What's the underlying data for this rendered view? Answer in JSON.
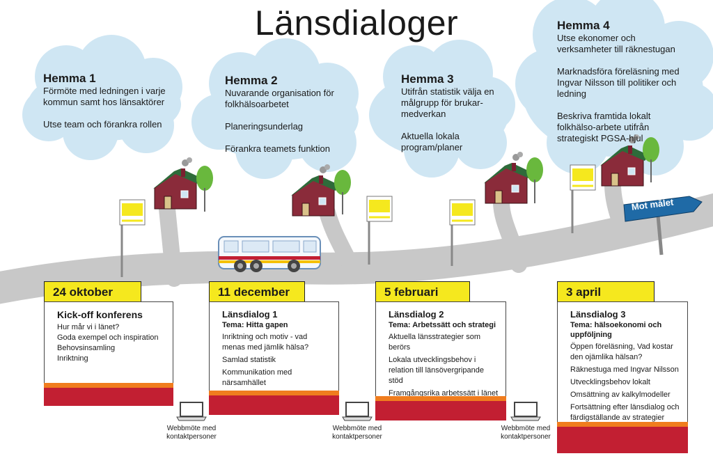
{
  "title": "Länsdialoger",
  "colors": {
    "cloud": "#cfe6f3",
    "road": "#c8c8c8",
    "tab": "#f5e81e",
    "orange": "#f07d1e",
    "red": "#c21f32",
    "sign": "#1f6aa6",
    "house": "#8a2b3a",
    "roof": "#2e6b3a",
    "tree": "#69b83d"
  },
  "clouds": [
    {
      "heading": "Hemma 1",
      "paragraphs": [
        "Förmöte med ledningen i varje kommun samt hos länsaktörer",
        "Utse team och förankra rollen"
      ]
    },
    {
      "heading": "Hemma 2",
      "paragraphs": [
        "Nuvarande organisation för folkhälsoarbetet",
        "Planeringsunderlag",
        "Förankra teamets funktion"
      ]
    },
    {
      "heading": "Hemma 3",
      "paragraphs": [
        "Utifrån statistik välja en målgrupp för brukar-medverkan",
        "Aktuella lokala program/planer"
      ]
    },
    {
      "heading": "Hemma 4",
      "paragraphs": [
        "Utse ekonomer och verksamheter till räknestugan",
        "Marknadsföra föreläsning med Ingvar Nilsson till politiker och ledning",
        "Beskriva framtida lokalt folkhälso-arbete utifrån strategiskt PGSA-hjul"
      ]
    }
  ],
  "sign": {
    "label": "Mot målet"
  },
  "events": [
    {
      "date": "24 oktober",
      "title": "Kick-off konferens",
      "subtitle": "",
      "items": [
        "Hur mår vi i länet?",
        "Goda exempel och inspiration",
        "Behovsinsamling",
        "Inriktning"
      ]
    },
    {
      "date": "11 december",
      "title": "Länsdialog 1",
      "subtitle": "Tema: Hitta gapen",
      "items": [
        "Inriktning och motiv - vad menas med jämlik hälsa?",
        "Samlad statistik",
        "Kommunikation med närsamhället"
      ]
    },
    {
      "date": "5 februari",
      "title": "Länsdialog 2",
      "subtitle": "Tema: Arbetssätt och strategi",
      "items": [
        "Aktuella länsstrategier som berörs",
        "Lokala utvecklingsbehov i relation till länsövergripande stöd",
        "Framgångsrika arbetssätt i länet"
      ]
    },
    {
      "date": "3 april",
      "title": "Länsdialog 3",
      "subtitle": "Tema: hälsoekonomi och uppföljning",
      "items": [
        "Öppen föreläsning, Vad kostar den ojämlika hälsan?",
        "Räknestuga med Ingvar Nilsson",
        "Utvecklingsbehov lokalt",
        "Omsättning av kalkylmodeller",
        "Fortsättning efter länsdialog och färdigställande av strategier"
      ]
    }
  ],
  "webmeetings": [
    {
      "label": "Webbmöte med kontaktpersoner"
    },
    {
      "label": "Webbmöte med kontaktpersoner"
    },
    {
      "label": "Webbmöte med kontaktpersoner"
    }
  ],
  "icons": [
    "house-icon",
    "tree-icon",
    "bus-icon",
    "laptop-icon",
    "bus-stop-sign-icon",
    "direction-sign-icon"
  ]
}
